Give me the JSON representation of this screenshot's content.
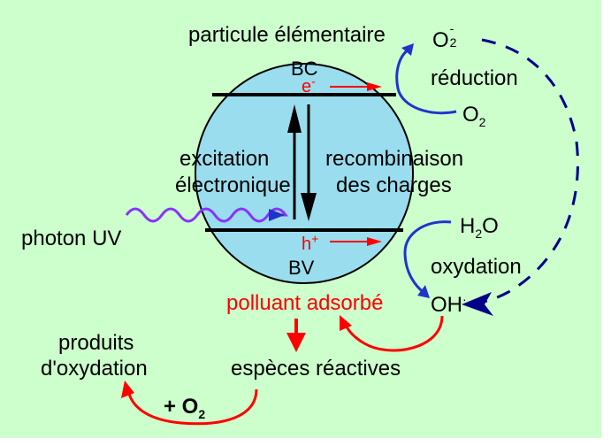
{
  "diagram": {
    "title": "particule élémentaire",
    "band_top": "BC",
    "band_bottom": "BV",
    "electron": {
      "base": "e",
      "sup": "-"
    },
    "hole": {
      "base": "h",
      "sup": "+"
    },
    "o2_radical": {
      "base": "O",
      "sub": "2",
      "sup": "-"
    },
    "reduction": "réduction",
    "o2": {
      "base": "O",
      "sub": "2"
    },
    "excitation_line1": "excitation",
    "excitation_line2": "électronique",
    "recombination_line1": "recombinaison",
    "recombination_line2": "des charges",
    "photon": "photon UV",
    "h2o": {
      "base": "H",
      "sub": "2",
      "tail": "O"
    },
    "oxidation": "oxydation",
    "oh": {
      "base": "OH",
      "sup": "·"
    },
    "pollutant": "polluant adsorbé",
    "products_line1": "produits",
    "products_line2": "d'oxydation",
    "reactive_species": "espèces réactives",
    "plus_o2": {
      "base": "+ O",
      "sub": "2"
    },
    "colors": {
      "background": "#ccffcc",
      "particle": "#99ddee",
      "red": "#ff0000",
      "blue": "#2233cc",
      "purple": "#8833ff",
      "dashed_arrow": "#000088"
    }
  }
}
